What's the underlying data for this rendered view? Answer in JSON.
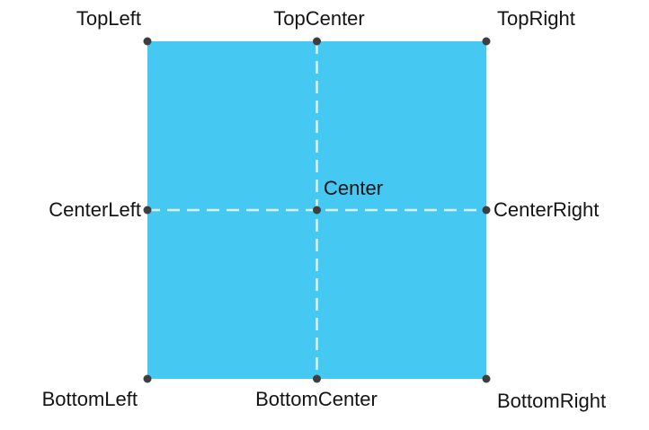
{
  "colors": {
    "background": "#ffffff",
    "rectangle_fill": "#45c8f1",
    "guide_dash": "#dbf2fb",
    "anchor_dot": "#3e3e3e",
    "label_text": "#141414"
  },
  "labels": {
    "top_left": "TopLeft",
    "top_center": "TopCenter",
    "top_right": "TopRight",
    "center_left": "CenterLeft",
    "center": "Center",
    "center_right": "CenterRight",
    "bottom_left": "BottomLeft",
    "bottom_center": "BottomCenter",
    "bottom_right": "BottomRight"
  }
}
